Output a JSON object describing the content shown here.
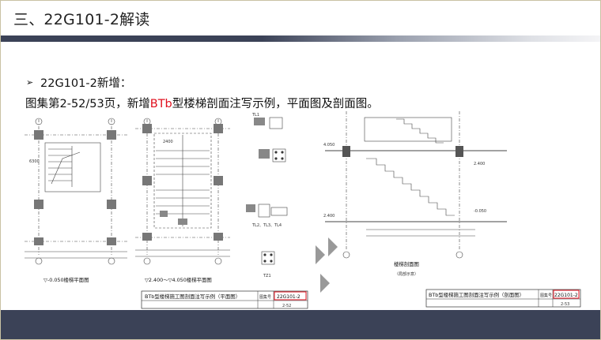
{
  "header": {
    "title": "三、22G101-2解读"
  },
  "content": {
    "bullet_glyph": "➢",
    "bullet_text": "22G101-2新增：",
    "desc_before": "图集第2-52/53页，新增",
    "desc_highlight": "BTb",
    "desc_after": "型楼梯剖面注写示例，平面图及剖面图。"
  },
  "drawings": {
    "plan1_caption": "▽-0.050楼梯平面图",
    "plan2_caption": "▽2.400～▽4.050楼梯平面图",
    "section_caption": "楼梯剖面图",
    "section_subcaption": "（局部示意）",
    "detail_labels": [
      "TL1",
      "TL2、TL3、TL4",
      "TZ1"
    ],
    "titleblock_left": {
      "title": "BTb型楼梯施工图剖面注写示例（平面图）",
      "code_label": "图集号",
      "code": "22G101-2",
      "page": "2-52"
    },
    "titleblock_right": {
      "title": "BTb型楼梯施工图剖面注写示例（剖面图）",
      "code_label": "图集号",
      "code": "22G101-2",
      "page": "2-53"
    }
  },
  "colors": {
    "accent_bar": "#3b4257",
    "highlight": "#e0101e",
    "footer": "#3b4257"
  }
}
